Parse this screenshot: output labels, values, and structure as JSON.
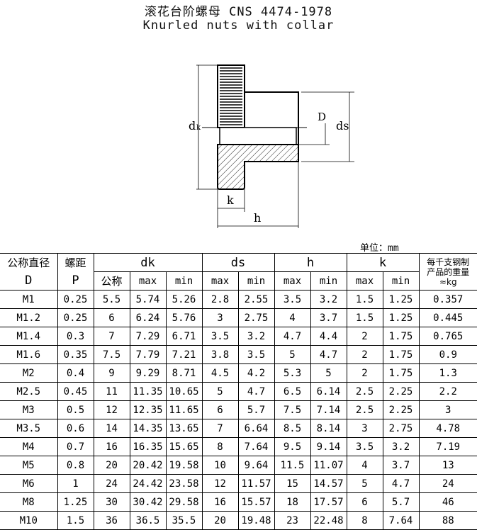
{
  "title": {
    "cn": "滚花台阶螺母 CNS 4474-1978",
    "en": "Knurled nuts with collar"
  },
  "drawing": {
    "labels": {
      "dk": "d",
      "dk_sub": "k",
      "D": "D",
      "ds": "ds",
      "k": "k",
      "h": "h"
    }
  },
  "unit_label": "单位：mm",
  "table": {
    "header": {
      "d_label_cn": "公称直径",
      "d_label": "D",
      "p_label_cn": "螺距",
      "p_label": "P",
      "dk": "dk",
      "ds": "ds",
      "h": "h",
      "k": "k",
      "weight_line1": "每千支钢制",
      "weight_line2": "产品的重量",
      "weight_line3": "≈kg",
      "nominal": "公称",
      "max": "max",
      "min": "min"
    },
    "rows": [
      [
        "M1",
        "0.25",
        "5.5",
        "5.74",
        "5.26",
        "2.8",
        "2.55",
        "3.5",
        "3.2",
        "1.5",
        "1.25",
        "0.357"
      ],
      [
        "M1.2",
        "0.25",
        "6",
        "6.24",
        "5.76",
        "3",
        "2.75",
        "4",
        "3.7",
        "1.5",
        "1.25",
        "0.445"
      ],
      [
        "M1.4",
        "0.3",
        "7",
        "7.29",
        "6.71",
        "3.5",
        "3.2",
        "4.7",
        "4.4",
        "2",
        "1.75",
        "0.765"
      ],
      [
        "M1.6",
        "0.35",
        "7.5",
        "7.79",
        "7.21",
        "3.8",
        "3.5",
        "5",
        "4.7",
        "2",
        "1.75",
        "0.9"
      ],
      [
        "M2",
        "0.4",
        "9",
        "9.29",
        "8.71",
        "4.5",
        "4.2",
        "5.3",
        "5",
        "2",
        "1.75",
        "1.3"
      ],
      [
        "M2.5",
        "0.45",
        "11",
        "11.35",
        "10.65",
        "5",
        "4.7",
        "6.5",
        "6.14",
        "2.5",
        "2.25",
        "2.2"
      ],
      [
        "M3",
        "0.5",
        "12",
        "12.35",
        "11.65",
        "6",
        "5.7",
        "7.5",
        "7.14",
        "2.5",
        "2.25",
        "3"
      ],
      [
        "M3.5",
        "0.6",
        "14",
        "14.35",
        "13.65",
        "7",
        "6.64",
        "8.5",
        "8.14",
        "3",
        "2.75",
        "4.78"
      ],
      [
        "M4",
        "0.7",
        "16",
        "16.35",
        "15.65",
        "8",
        "7.64",
        "9.5",
        "9.14",
        "3.5",
        "3.2",
        "7.19"
      ],
      [
        "M5",
        "0.8",
        "20",
        "20.42",
        "19.58",
        "10",
        "9.64",
        "11.5",
        "11.07",
        "4",
        "3.7",
        "13"
      ],
      [
        "M6",
        "1",
        "24",
        "24.42",
        "23.58",
        "12",
        "11.57",
        "15",
        "14.57",
        "5",
        "4.7",
        "24"
      ],
      [
        "M8",
        "1.25",
        "30",
        "30.42",
        "29.58",
        "16",
        "15.57",
        "18",
        "17.57",
        "6",
        "5.7",
        "46"
      ],
      [
        "M10",
        "1.5",
        "36",
        "36.5",
        "35.5",
        "20",
        "19.48",
        "23",
        "22.48",
        "8",
        "7.64",
        "88"
      ]
    ]
  }
}
